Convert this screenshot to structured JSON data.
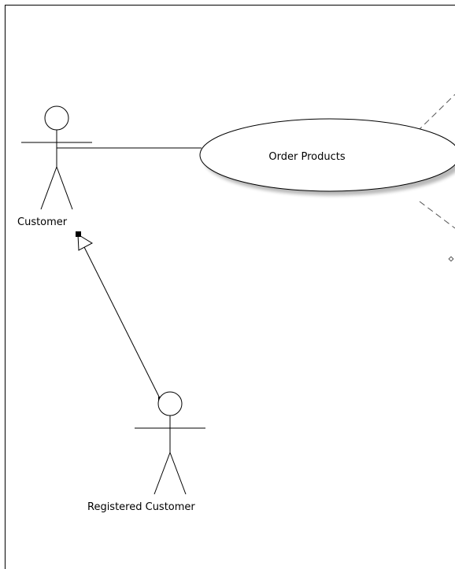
{
  "diagram": {
    "type": "uml-use-case",
    "actors": [
      {
        "id": "customer",
        "label": "Customer"
      },
      {
        "id": "registered_customer",
        "label": "Registered Customer"
      }
    ],
    "use_cases": [
      {
        "id": "order_products",
        "label": "Order Products"
      }
    ],
    "relationships": [
      {
        "type": "association",
        "from": "customer",
        "to": "order_products"
      },
      {
        "type": "generalization",
        "from": "registered_customer",
        "to": "customer"
      },
      {
        "type": "dependency",
        "from": "order_products",
        "to": "offscreen-upper-right",
        "style": "dashed"
      },
      {
        "type": "dependency",
        "from": "order_products",
        "to": "offscreen-lower-right",
        "style": "dashed"
      }
    ],
    "colors": {
      "stroke": "#000000",
      "background": "#ffffff",
      "usecase_fill": "#ffffff",
      "usecase_shadow": "#c8c8c8",
      "dashed_stroke": "#555555"
    }
  }
}
